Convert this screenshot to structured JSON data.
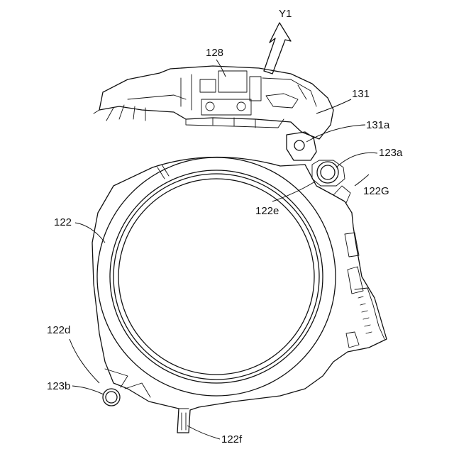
{
  "figure": {
    "direction_arrow": {
      "label": "Y1"
    },
    "labels": {
      "l128": "128",
      "l131": "131",
      "l131a": "131a",
      "l123a": "123a",
      "l122G": "122G",
      "l122e": "122e",
      "l122": "122",
      "l122d": "122d",
      "l123b": "123b",
      "l122f": "122f"
    }
  }
}
